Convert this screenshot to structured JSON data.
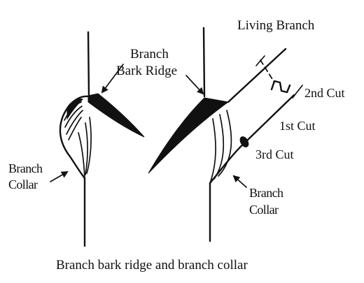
{
  "labels": {
    "living_branch": "Living Branch",
    "branch_bark_ridge_line1": "Branch",
    "branch_bark_ridge_line2": "Bark Ridge",
    "second_cut": "2nd Cut",
    "first_cut": "1st Cut",
    "third_cut": "3rd Cut",
    "left_collar_line1": "Branch",
    "left_collar_line2": "Collar",
    "right_collar_line1": "Branch",
    "right_collar_line2": "Collar"
  },
  "caption": "Branch bark ridge and branch collar",
  "colors": {
    "ink": "#111111",
    "background": "#ffffff"
  }
}
